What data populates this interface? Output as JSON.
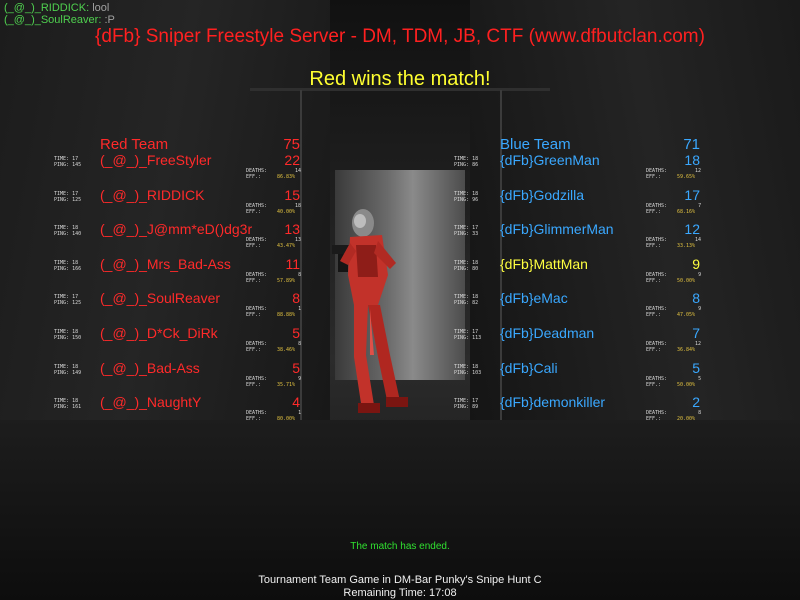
{
  "chat": [
    {
      "name": "(_@_)_RIDDICK:",
      "message": "lool"
    },
    {
      "name": "(_@_)_SoulReaver:",
      "message": ":P"
    }
  ],
  "server_title": "{dFb} Sniper Freestyle Server - DM, TDM, JB, CTF (www.dfbutclan.com)",
  "winner_message": "Red wins the match!",
  "stat_labels": {
    "time": "TIME:",
    "ping": "PING:",
    "deaths": "DEATHS:",
    "eff": "EFF.:"
  },
  "red_team": {
    "name": "Red Team",
    "score": "75",
    "color": "#ff2a2a",
    "players": [
      {
        "name": "(_@_)_FreeStyler",
        "score": "22",
        "time": "17",
        "ping": "145",
        "deaths": "14",
        "eff": "86.83%"
      },
      {
        "name": "(_@_)_RIDDICK",
        "score": "15",
        "time": "17",
        "ping": "125",
        "deaths": "18",
        "eff": "40.00%"
      },
      {
        "name": "(_@_)_J@mm*eD()dg3r",
        "score": "13",
        "time": "18",
        "ping": "140",
        "deaths": "13",
        "eff": "43.47%"
      },
      {
        "name": "(_@_)_Mrs_Bad-Ass",
        "score": "11",
        "time": "18",
        "ping": "166",
        "deaths": "8",
        "eff": "57.89%"
      },
      {
        "name": "(_@_)_SoulReaver",
        "score": "8",
        "time": "17",
        "ping": "125",
        "deaths": "1",
        "eff": "88.88%"
      },
      {
        "name": "(_@_)_D*Ck_DiRk",
        "score": "5",
        "time": "18",
        "ping": "150",
        "deaths": "8",
        "eff": "38.46%"
      },
      {
        "name": "(_@_)_Bad-Ass",
        "score": "5",
        "time": "18",
        "ping": "149",
        "deaths": "9",
        "eff": "35.71%"
      },
      {
        "name": "(_@_)_NaughtY",
        "score": "4",
        "time": "18",
        "ping": "161",
        "deaths": "1",
        "eff": "80.00%"
      }
    ]
  },
  "blue_team": {
    "name": "Blue Team",
    "score": "71",
    "color": "#3aa8ff",
    "players": [
      {
        "name": "{dFb}GreenMan",
        "score": "18",
        "time": "18",
        "ping": "86",
        "deaths": "12",
        "eff": "59.65%"
      },
      {
        "name": "{dFb}Godzilla",
        "score": "17",
        "time": "18",
        "ping": "96",
        "deaths": "7",
        "eff": "68.16%"
      },
      {
        "name": "{dFb}GlimmerMan",
        "score": "12",
        "time": "17",
        "ping": "33",
        "deaths": "14",
        "eff": "33.13%"
      },
      {
        "name": "{dFb}MattMan",
        "score": "9",
        "time": "18",
        "ping": "80",
        "deaths": "9",
        "eff": "50.00%",
        "highlight": true
      },
      {
        "name": "{dFb}eMac",
        "score": "8",
        "time": "18",
        "ping": "82",
        "deaths": "9",
        "eff": "47.05%"
      },
      {
        "name": "{dFb}Deadman",
        "score": "7",
        "time": "17",
        "ping": "113",
        "deaths": "12",
        "eff": "36.84%"
      },
      {
        "name": "{dFb}Cali",
        "score": "5",
        "time": "18",
        "ping": "103",
        "deaths": "5",
        "eff": "50.00%"
      },
      {
        "name": "{dFb}demonkiller",
        "score": "2",
        "time": "17",
        "ping": "89",
        "deaths": "8",
        "eff": "20.00%"
      }
    ]
  },
  "match_status": "The match has ended.",
  "footer": {
    "game_info": "Tournament Team Game in DM-Bar Punky's Snipe Hunt C",
    "remaining_label": "Remaining Time:",
    "remaining_time": "17:08"
  }
}
